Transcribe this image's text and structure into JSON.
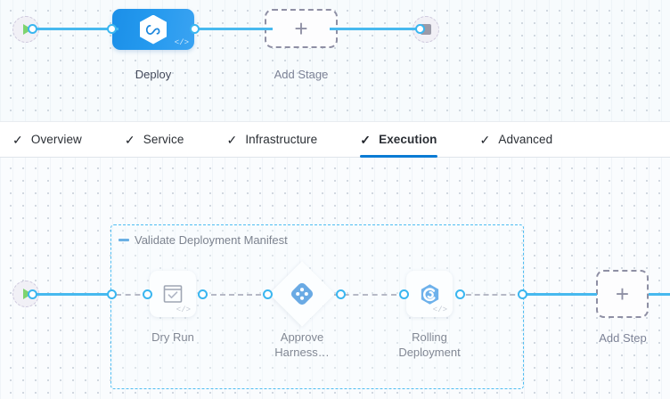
{
  "app": {
    "accent_blue": "#0b7bd4",
    "edge_blue": "#47b9ef",
    "node_blue": "#2499ee",
    "group_border": "#4fbdf2"
  },
  "stage_canvas": {
    "name": "pipeline-stage-canvas",
    "start_node": {
      "icon": "play-icon",
      "label": ""
    },
    "nodes": [
      {
        "id": "deploy",
        "label": "Deploy",
        "icon": "harness-infinity-hexagon-icon",
        "badge": "</>",
        "type": "stage"
      },
      {
        "id": "add-stage",
        "label": "Add Stage",
        "icon": "plus-icon",
        "type": "add"
      }
    ],
    "end_node": {
      "icon": "stop-icon"
    }
  },
  "tabs": {
    "name": "stage-config-tabs",
    "check_glyph": "✓",
    "items": [
      {
        "label": "Overview",
        "active": false
      },
      {
        "label": "Service",
        "active": false
      },
      {
        "label": "Infrastructure",
        "active": false
      },
      {
        "label": "Execution",
        "active": true
      },
      {
        "label": "Advanced",
        "active": false
      }
    ]
  },
  "step_canvas": {
    "name": "execution-step-canvas",
    "start_node": {
      "icon": "play-icon"
    },
    "group": {
      "label": "Validate Deployment Manifest",
      "collapse_icon": "minus-icon"
    },
    "steps": [
      {
        "id": "dry-run",
        "label": "Dry Run",
        "icon": "checklist-box-icon",
        "badge": "</>",
        "shape": "rounded-square"
      },
      {
        "id": "approve-harness",
        "label": "Approve\nHarness…",
        "icon": "harness-approval-diamond-icon",
        "badge": "",
        "shape": "diamond"
      },
      {
        "id": "rolling-deployment",
        "label": "Rolling\nDeployment",
        "icon": "rolling-deployment-icon",
        "badge": "</>",
        "shape": "rounded-square"
      }
    ],
    "add_step": {
      "label": "Add Step",
      "icon": "plus-icon"
    }
  }
}
